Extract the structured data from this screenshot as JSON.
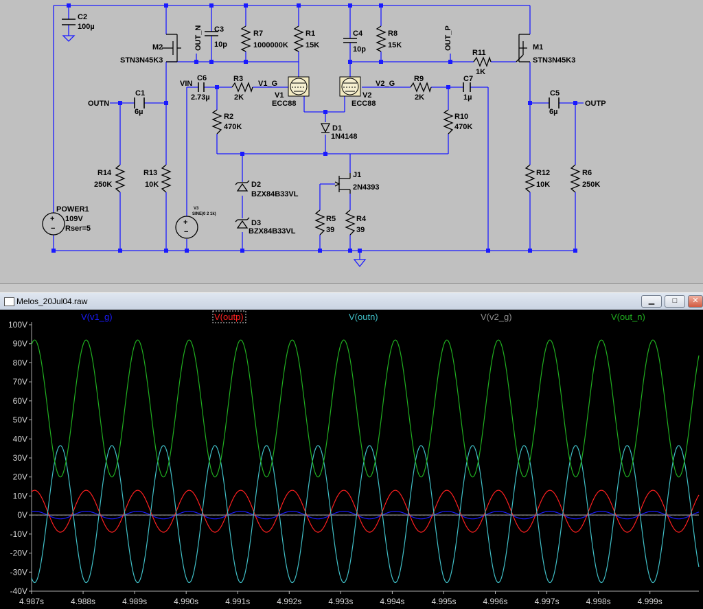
{
  "schematic": {
    "components": {
      "c2": {
        "ref": "C2",
        "value": "100µ"
      },
      "c3": {
        "ref": "C3",
        "value": "10p"
      },
      "r7": {
        "ref": "R7",
        "value": "1000000K"
      },
      "r1": {
        "ref": "R1",
        "value": "15K"
      },
      "c4": {
        "ref": "C4",
        "value": "10p"
      },
      "r8": {
        "ref": "R8",
        "value": "15K"
      },
      "m2": {
        "ref": "M2",
        "value": "STN3N45K3"
      },
      "m1": {
        "ref": "M1",
        "value": "STN3N45K3"
      },
      "r11": {
        "ref": "R11",
        "value": "1K"
      },
      "c6": {
        "ref": "C6",
        "value": "2.73µ"
      },
      "r3": {
        "ref": "R3",
        "value": "2K"
      },
      "v1": {
        "ref": "V1",
        "value": "ECC88"
      },
      "v2": {
        "ref": "V2",
        "value": "ECC88"
      },
      "r9": {
        "ref": "R9",
        "value": "2K"
      },
      "c7": {
        "ref": "C7",
        "value": "1µ"
      },
      "c1": {
        "ref": "C1",
        "value": "6µ"
      },
      "c5": {
        "ref": "C5",
        "value": "6µ"
      },
      "r2": {
        "ref": "R2",
        "value": "470K"
      },
      "r10": {
        "ref": "R10",
        "value": "470K"
      },
      "d1": {
        "ref": "D1",
        "value": "1N4148"
      },
      "d2": {
        "ref": "D2",
        "value": "BZX84B33VL"
      },
      "d3": {
        "ref": "D3",
        "value": "BZX84B33VL"
      },
      "j1": {
        "ref": "J1",
        "value": "2N4393"
      },
      "r5": {
        "ref": "R5",
        "value": "39"
      },
      "r4": {
        "ref": "R4",
        "value": "39"
      },
      "r14": {
        "ref": "R14",
        "value": "250K"
      },
      "r13": {
        "ref": "R13",
        "value": "10K"
      },
      "r12": {
        "ref": "R12",
        "value": "10K"
      },
      "r6": {
        "ref": "R6",
        "value": "250K"
      },
      "v3": {
        "ref": "V3",
        "value": "SINE(0 2 1k)"
      },
      "power1": {
        "ref": "POWER1",
        "value": "109V",
        "extra": "Rser=5"
      }
    },
    "nets": {
      "out_n": "OUT_N",
      "out_p": "OUT_P",
      "vin": "VIN",
      "v1_g": "V1_G",
      "v2_g": "V2_G",
      "outn": "OUTN",
      "outp": "OUTP"
    }
  },
  "window": {
    "title": "Melos_20Jul04.raw",
    "minimize": "▁",
    "maximize": "□",
    "close": "✕"
  },
  "legend": [
    {
      "label": "V(v1_g)",
      "color": "#1a1aff"
    },
    {
      "label": "V(outp)",
      "color": "#ff2020"
    },
    {
      "label": "V(outn)",
      "color": "#40c0c8"
    },
    {
      "label": "V(v2_g)",
      "color": "#909090"
    },
    {
      "label": "V(out_n)",
      "color": "#20b020"
    }
  ],
  "chart_data": {
    "type": "line",
    "xlim": [
      4.987,
      4.99995
    ],
    "ylim": [
      -40,
      100
    ],
    "xticks": [
      "4.987s",
      "4.988s",
      "4.989s",
      "4.990s",
      "4.991s",
      "4.992s",
      "4.993s",
      "4.994s",
      "4.995s",
      "4.996s",
      "4.997s",
      "4.998s",
      "4.999s"
    ],
    "yticks": [
      "100V",
      "90V",
      "80V",
      "70V",
      "60V",
      "50V",
      "40V",
      "30V",
      "20V",
      "10V",
      "0V",
      "-10V",
      "-20V",
      "-30V",
      "-40V"
    ],
    "frequency_hz": 1000,
    "series": [
      {
        "name": "V(v1_g)",
        "color": "#1a1aff",
        "offset": 0,
        "amplitude": 2,
        "phase": 0
      },
      {
        "name": "V(outp)",
        "color": "#ff2020",
        "offset": 2,
        "amplitude": 11,
        "phase": 0
      },
      {
        "name": "V(outn)",
        "color": "#40c0c8",
        "offset": 0.5,
        "amplitude": 36,
        "phase": 3.14159
      },
      {
        "name": "V(v2_g)",
        "color": "#909090",
        "offset": 0,
        "amplitude": 0,
        "phase": 0
      },
      {
        "name": "V(out_n)",
        "color": "#20b020",
        "offset": 56,
        "amplitude": 36,
        "phase": 0
      }
    ]
  }
}
